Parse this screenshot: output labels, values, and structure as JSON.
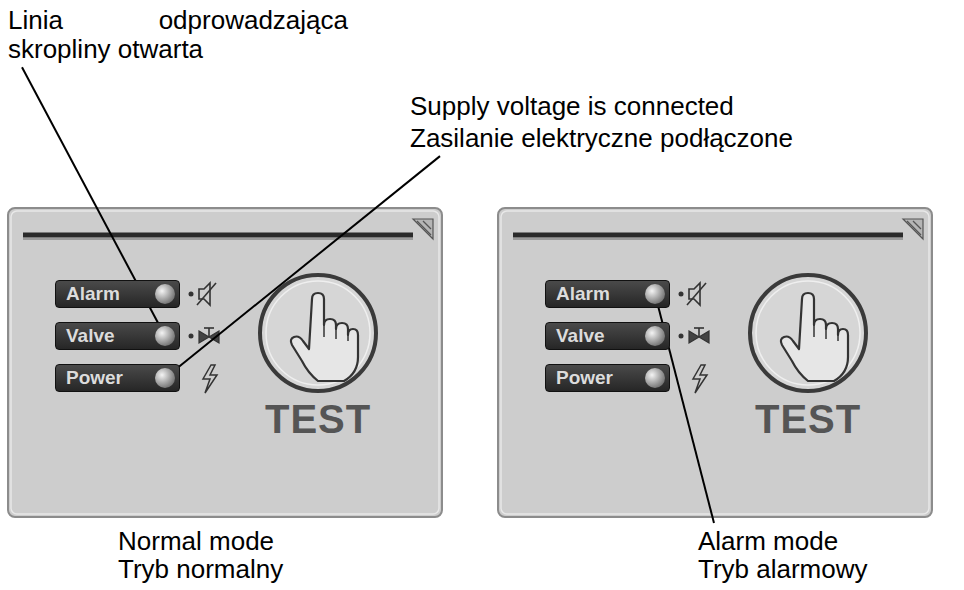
{
  "diagram": {
    "nodes": [
      {
        "text": [
          "TEST"
        ]
      },
      {
        "text": [
          "Alarm"
        ],
        "in": 0
      },
      {
        "text": [
          "Valve"
        ],
        "in": 0
      },
      {
        "text": [
          "Power"
        ],
        "in": 0
      },
      {
        "text": [
          "TEST"
        ]
      },
      {
        "text": [
          "Alarm"
        ],
        "in": 4
      },
      {
        "text": [
          "Valve"
        ],
        "in": 4
      },
      {
        "text": [
          "Power"
        ],
        "in": 4
      }
    ],
    "labels": [
      "Linia odprowadzająca skropliny otwarta",
      "Supply voltage is connected",
      "Zasilanie elektryczne podłączone",
      "Normal mode",
      "Tryb normalny",
      "Alarm mode",
      "Tryb alarmowy"
    ]
  }
}
